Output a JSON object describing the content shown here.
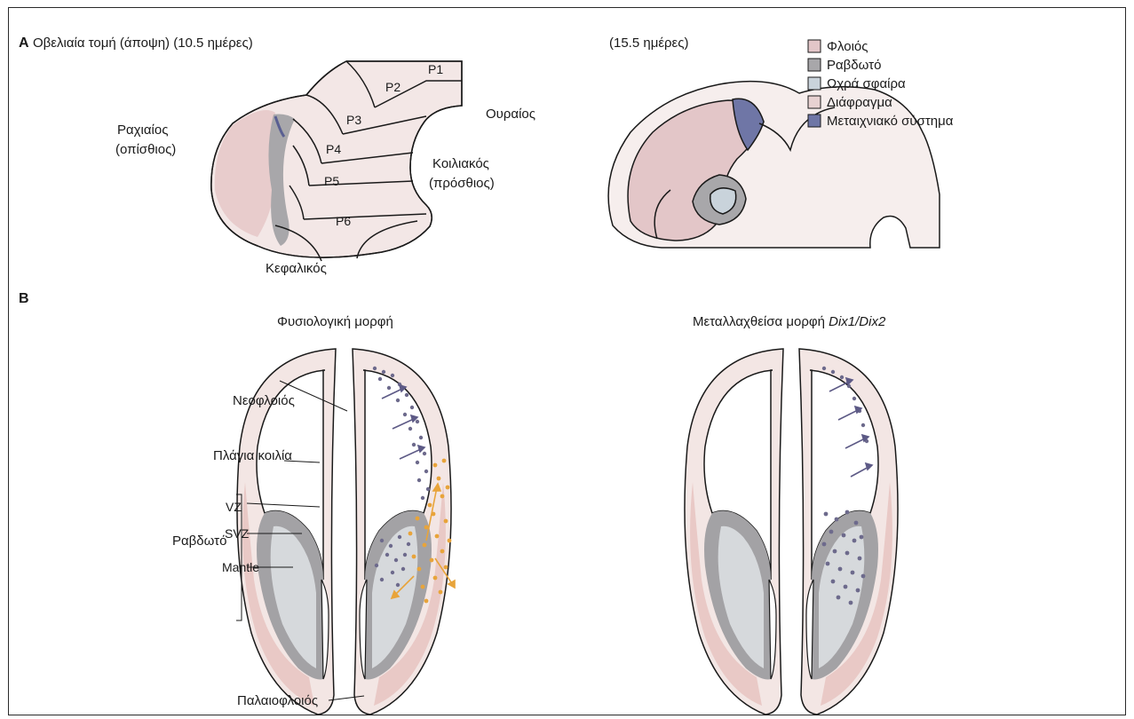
{
  "part_a": {
    "letter": "A",
    "title": "Οβελιαία τομή (άποψη) (10.5 ημέρες)",
    "title2": "(15.5 ημέρες)",
    "regions": [
      "P1",
      "P2",
      "P3",
      "P4",
      "P5",
      "P6"
    ],
    "axis_labels": {
      "dorsal": "Ραχιαίος",
      "dorsal_sub": "(οπίσθιος)",
      "caudal": "Ουραίος",
      "ventral": "Κοιλιακός",
      "ventral_sub": "(πρόσθιος)",
      "rostral": "Κεφαλικός"
    },
    "legend": [
      {
        "label": "Φλοιός",
        "color": "#e3c6c8"
      },
      {
        "label": "Ραβδωτό",
        "color": "#a8a7aa"
      },
      {
        "label": "Ωχρά σφαίρα",
        "color": "#c9d3db"
      },
      {
        "label": "Διάφραγμα",
        "color": "#e8d2d2"
      },
      {
        "label": "Μεταιχνιακό σύστημα",
        "color": "#6f76a6"
      }
    ]
  },
  "part_b": {
    "letter": "B",
    "left_title": "Φυσιολογική μορφή",
    "right_title_prefix": "Μεταλλαχθείσα μορφή ",
    "right_title_gene": "Dix1/Dix2",
    "labels": {
      "neocortex": "Νεοφλοιός",
      "lateral_ventricle": "Πλάγια κοιλία",
      "vz": "VZ",
      "svz": "SVZ",
      "mantle": "Mantle",
      "striatum": "Ραβδωτό",
      "paleocortex": "Παλαιοφλοιός"
    },
    "colors": {
      "tissue": "#f3e6e4",
      "cortex_pink": "#e9c9c6",
      "vz_gray": "#a3a2a5",
      "mantle_light": "#d6d9dc",
      "dots_purple": "#6d6a8c",
      "dots_orange": "#e8a43a",
      "arrow_purple": "#5d5a86"
    }
  }
}
